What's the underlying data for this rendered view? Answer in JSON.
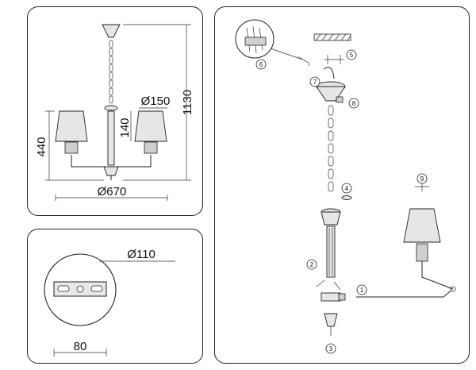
{
  "dimensions": {
    "total_height": "1130",
    "body_height": "440",
    "shade_height": "140",
    "shade_diameter": "Ø150",
    "span_diameter": "Ø670",
    "canopy_diameter": "Ø110",
    "mount_distance": "80"
  },
  "assembly_steps": [
    "1",
    "2",
    "3",
    "4",
    "5",
    "6",
    "7",
    "8",
    "9"
  ]
}
